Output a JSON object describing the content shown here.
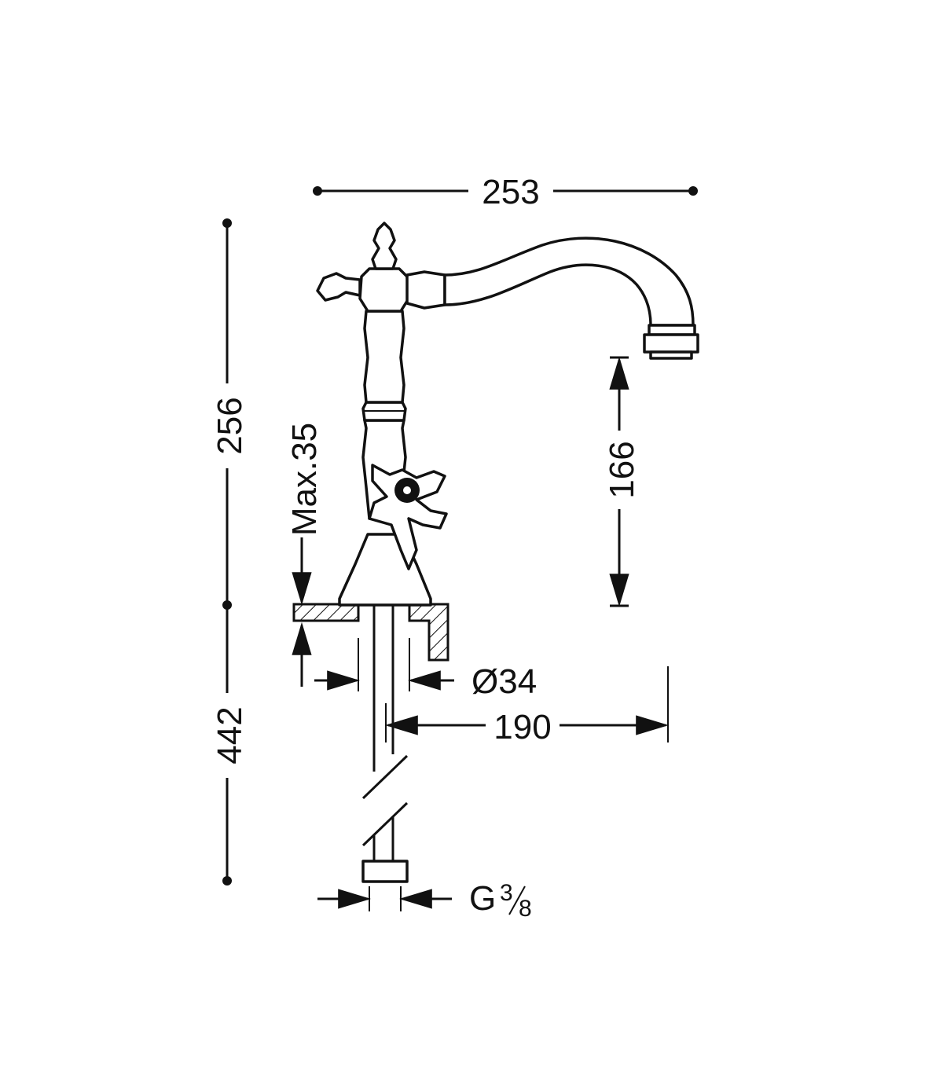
{
  "dimensions": {
    "overall_width": "253",
    "upper_height": "256",
    "lower_height": "442",
    "spout_clearance": "166",
    "max_deck_thickness": "Max.35",
    "hole_diameter": "Ø34",
    "spout_reach": "190",
    "connection": {
      "prefix": "G",
      "numerator": "3",
      "denominator": "8"
    }
  }
}
